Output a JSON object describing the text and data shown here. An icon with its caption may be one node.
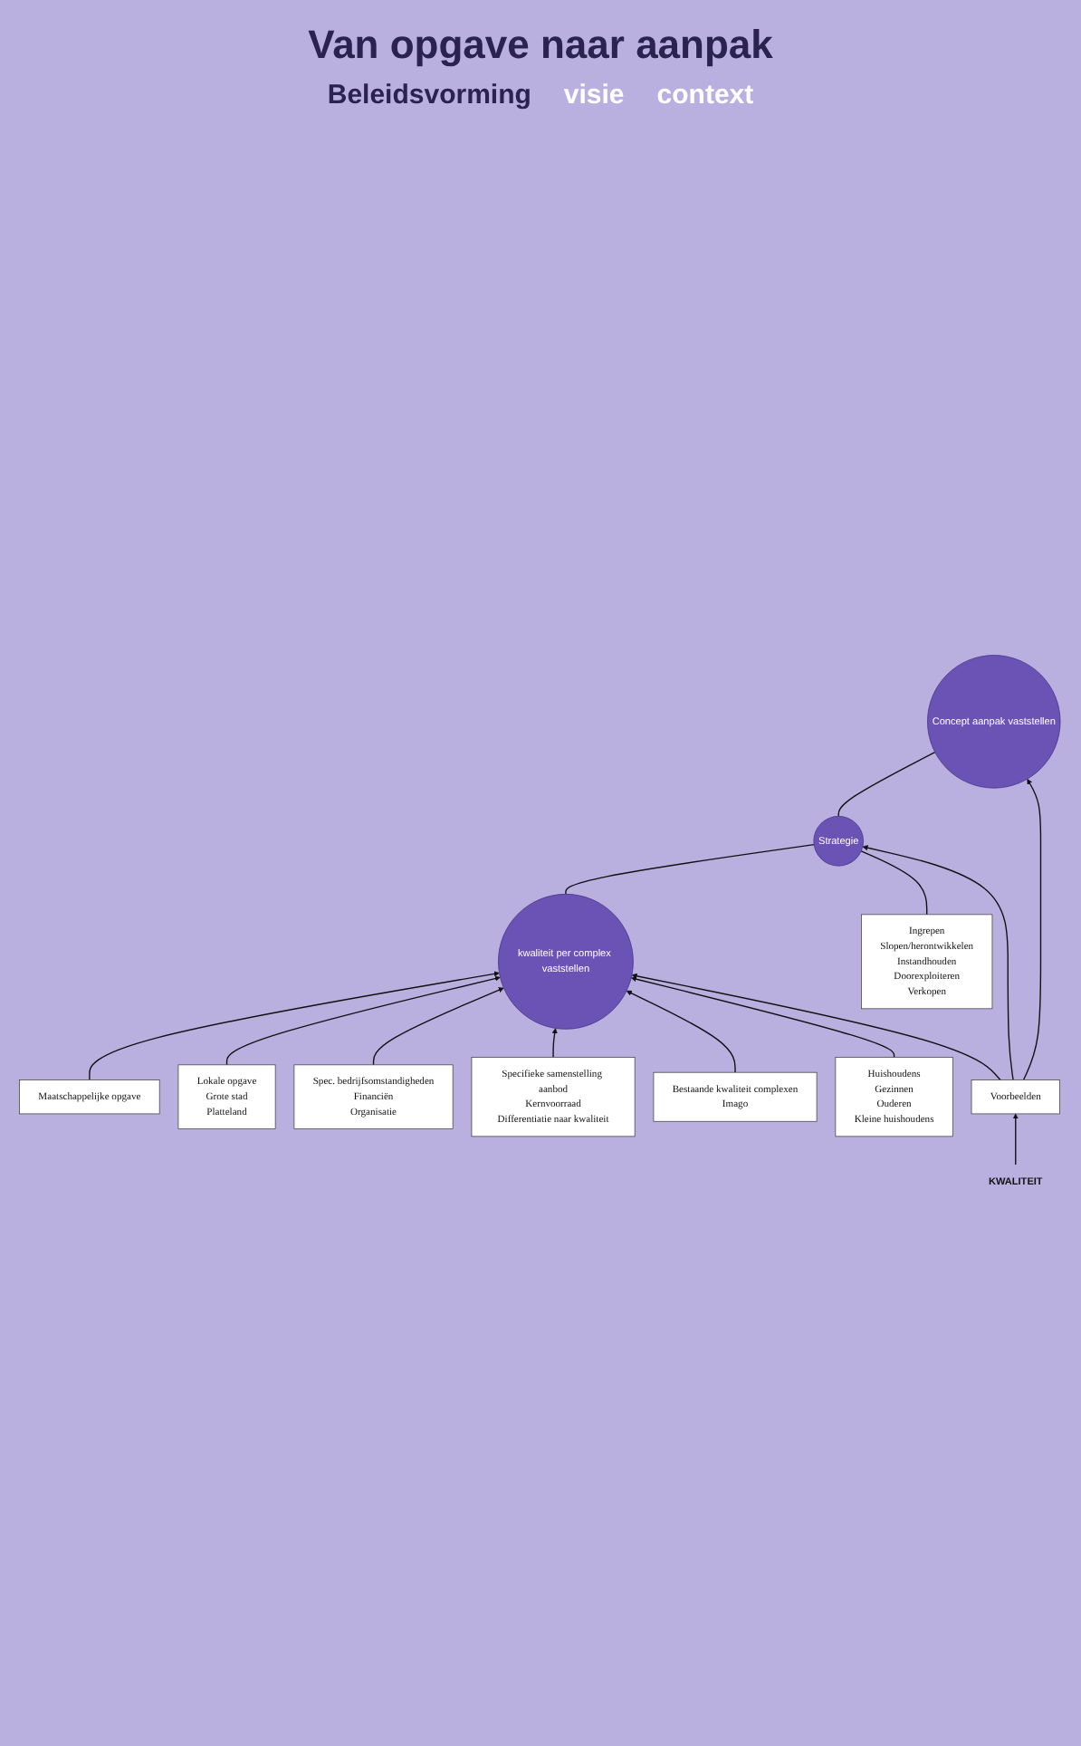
{
  "diagram": {
    "title": "Van opgave naar aanpak",
    "nodes": [
      {
        "text": [
          "Maatschappelijke opgave"
        ]
      },
      {
        "text": [
          "Lokale opgave",
          "Grote stad",
          "Platteland"
        ]
      },
      {
        "text": [
          "Spec. bedrijfsomstandigheden",
          "Financiën",
          "Organisatie"
        ]
      },
      {
        "text": [
          "Specifieke samenstelling aanbod",
          "Kernvoorraad",
          "Differentiatie naar kwaliteit"
        ]
      },
      {
        "text": [
          "Bestaande kwaliteit complexen",
          "Imago"
        ]
      },
      {
        "text": [
          "kwaliteit per complex vaststellen"
        ]
      },
      {
        "text": [
          "Strategie"
        ]
      },
      {
        "text": [
          "Concept aanpak vaststellen"
        ]
      },
      {
        "text": [
          "Ingrepen",
          "Slopen/herontwikkelen",
          "Instandhouden",
          "Doorexploiteren",
          "Verkopen"
        ]
      },
      {
        "text": [
          "Huishoudens",
          "Gezinnen",
          "Ouderen",
          "Kleine huishoudens"
        ]
      },
      {
        "text": [
          "Voorbeelden"
        ]
      },
      {
        "text": [
          "KWALITEIT"
        ]
      }
    ],
    "edges": [
      {
        "from": 0,
        "to": 5,
        "arrow": "to"
      },
      {
        "from": 1,
        "to": 5,
        "arrow": "to"
      },
      {
        "from": 2,
        "to": 5,
        "arrow": "to"
      },
      {
        "from": 3,
        "to": 5,
        "arrow": "to"
      },
      {
        "from": 4,
        "to": 5,
        "arrow": "to"
      },
      {
        "from": 5,
        "to": 6,
        "arrow": "none"
      },
      {
        "from": 6,
        "to": 7,
        "arrow": "none"
      },
      {
        "from": 8,
        "to": 6,
        "arrow": "none"
      },
      {
        "from": 9,
        "to": 5,
        "arrow": "to"
      },
      {
        "from": 10,
        "to": 5,
        "arrow": "to"
      },
      {
        "from": 10,
        "to": 6,
        "arrow": "to"
      },
      {
        "from": 10,
        "to": 7,
        "arrow": "to"
      },
      {
        "from": 11,
        "to": 10,
        "arrow": "to"
      }
    ],
    "labels": [
      "Beleidsvorming",
      "visie",
      "context"
    ]
  }
}
